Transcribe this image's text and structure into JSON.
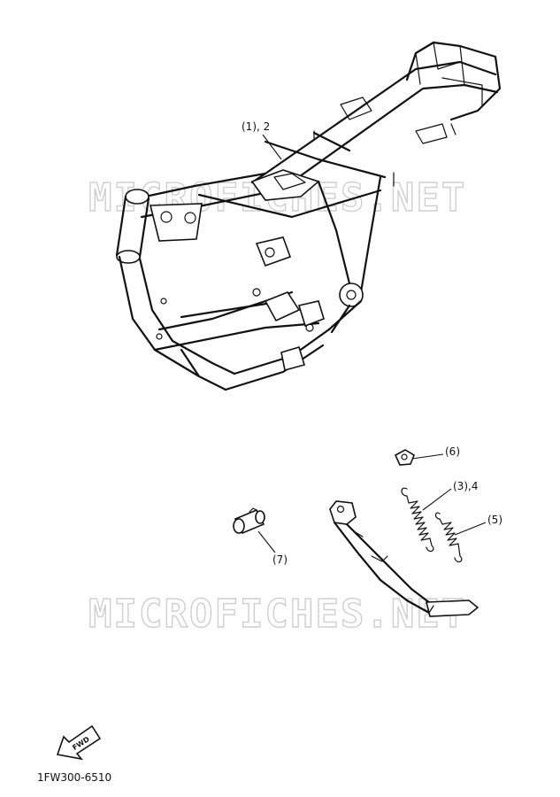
{
  "watermark": "MICROFICHES.NET",
  "callouts": {
    "frame": "(1), 2",
    "spring_long": "(3),4",
    "spring_short": "(5)",
    "pad": "(6)",
    "bushing": "(7)"
  },
  "fwd_label": "FWD",
  "diagram_code": "1FW300-6510"
}
